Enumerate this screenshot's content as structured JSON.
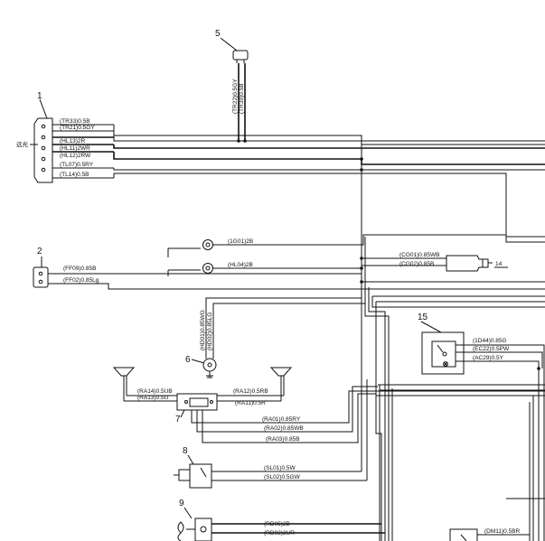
{
  "components": {
    "c1": {
      "number": "1",
      "side_label": "远光"
    },
    "c2": {
      "number": "2"
    },
    "c5": {
      "number": "5"
    },
    "c6": {
      "number": "6"
    },
    "c7": {
      "number": "7"
    },
    "c8": {
      "number": "8"
    },
    "c9": {
      "number": "9"
    },
    "c14": {
      "number": "14"
    },
    "c15": {
      "number": "15"
    }
  },
  "wires": {
    "w1": [
      "(TR33)0.5B",
      "(TR21)0.5GY",
      "(HL13)2R",
      "(HL11)2WR",
      "(HL12)2RW",
      "(TL07)0.5RY",
      "(TL14)0.5B"
    ],
    "w2": [
      "(FF09)0.85B",
      "(FF02)0.85Lg"
    ],
    "w5": [
      "(TR22)0.5GY",
      "(TR39)0.5B"
    ],
    "lamps": [
      "(1G01)2B",
      "(HL04)2B"
    ],
    "w14": [
      "(CG01)0.85WB",
      "(CG02)0.85B"
    ],
    "w6": [
      "(HD01)0.85WG",
      "(HD02)0.85LG"
    ],
    "w15": [
      "(1D44)0.85G",
      "(EC22)0.5PW",
      "(AC29)0.5Y"
    ],
    "w7left": [
      "(RA14)0.5UB",
      "(RA13)0.5U"
    ],
    "w7right": [
      "(RA12)0.5RB",
      "(RA11)0.5R"
    ],
    "w7bus": [
      "(RA01)0.85RY",
      "(RA02)0.85WB",
      "(RA03)0.85B"
    ],
    "w8": [
      "(SL01)0.5W",
      "(SL02)0.5GW"
    ],
    "w9": [
      "(RD05)2B",
      "(RD02)2UR"
    ],
    "wdm": [
      "(DM11)0.5BR"
    ]
  }
}
